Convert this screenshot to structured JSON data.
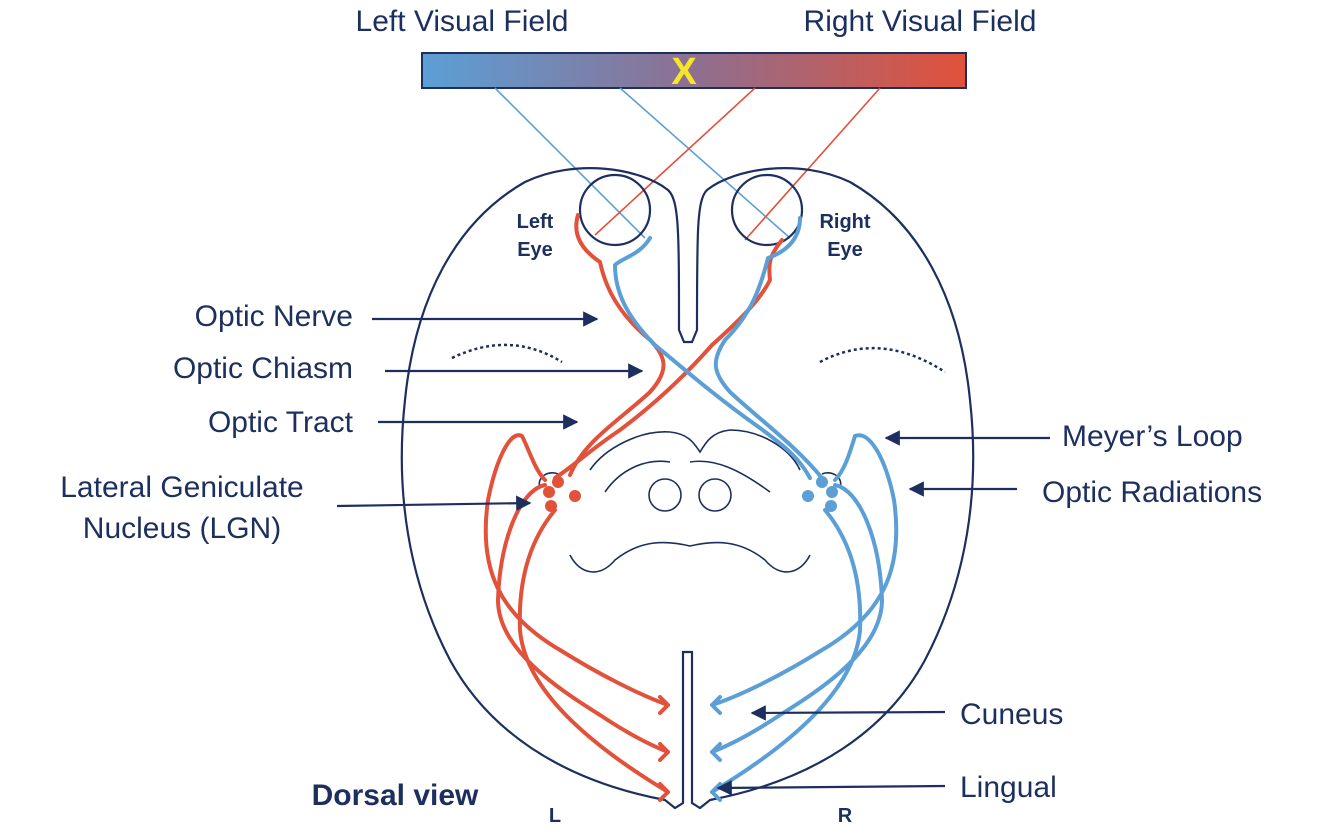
{
  "visual_field": {
    "left_label": "Left Visual Field",
    "right_label": "Right Visual Field",
    "center_mark": "X"
  },
  "eyes": {
    "left": [
      "Left",
      "Eye"
    ],
    "right": [
      "Right",
      "Eye"
    ]
  },
  "labels": {
    "optic_nerve": "Optic Nerve",
    "optic_chiasm": "Optic Chiasm",
    "optic_tract": "Optic Tract",
    "lgn_line1": "Lateral Geniculate",
    "lgn_line2": "Nucleus (LGN)",
    "meyers_loop": "Meyer’s Loop",
    "optic_radiations": "Optic Radiations",
    "cuneus": "Cuneus",
    "lingual": "Lingual"
  },
  "view_label": "Dorsal view",
  "hemisphere": {
    "left": "L",
    "right": "R"
  },
  "colors": {
    "left_field_blue": "#5b9fd6",
    "right_field_red": "#e2513a",
    "center_yellow": "#f5e62a",
    "outline_navy": "#1c2f5e"
  }
}
